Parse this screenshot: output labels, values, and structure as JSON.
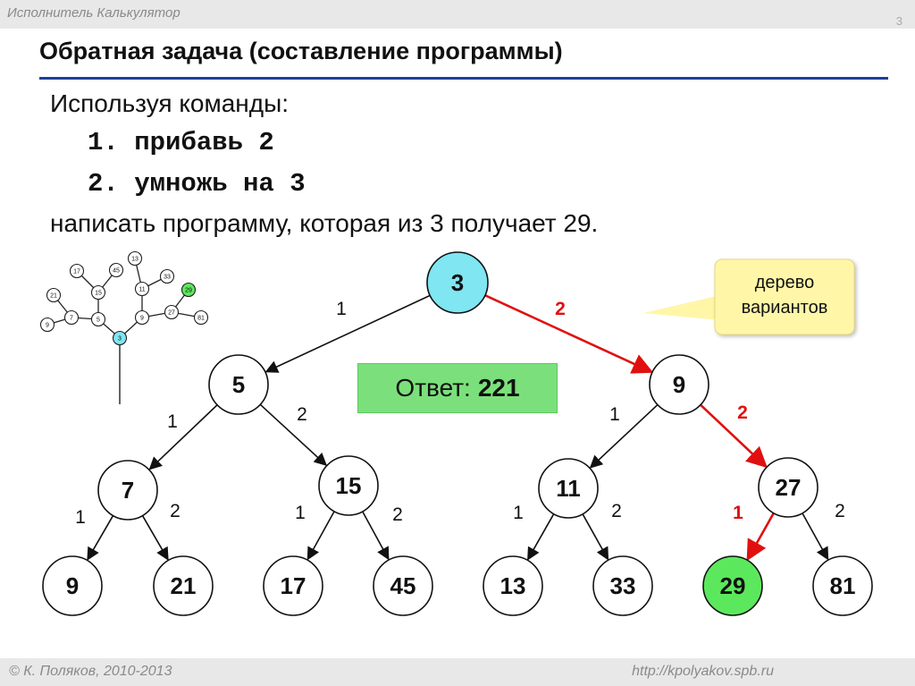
{
  "header": {
    "course_name": "Исполнитель Калькулятор",
    "slide_number": "3"
  },
  "title": "Обратная задача (составление программы)",
  "body": {
    "intro": "Используя команды:",
    "commands": [
      "1. прибавь 2",
      "2. умножь на 3"
    ],
    "task": "написать программу, которая из 3 получает 29."
  },
  "answer": {
    "label": "Ответ:",
    "value": "221"
  },
  "callout": {
    "line1": "дерево",
    "line2": "вариантов"
  },
  "colors": {
    "accent_red": "#e01010",
    "root_fill": "#7fe6f2",
    "target_fill": "#5ce85c",
    "rule_blue": "#1f3f9a",
    "answer_fill": "#7be07b",
    "callout_fill": "#fff6a8"
  },
  "tree": {
    "nodes": [
      {
        "label": "3",
        "fill": "#7fe6f2"
      },
      {
        "label": "5",
        "fill": "#ffffff"
      },
      {
        "label": "9",
        "fill": "#ffffff"
      },
      {
        "label": "7",
        "fill": "#ffffff"
      },
      {
        "label": "15",
        "fill": "#ffffff"
      },
      {
        "label": "11",
        "fill": "#ffffff"
      },
      {
        "label": "27",
        "fill": "#ffffff"
      },
      {
        "label": "9",
        "fill": "#ffffff"
      },
      {
        "label": "21",
        "fill": "#ffffff"
      },
      {
        "label": "17",
        "fill": "#ffffff"
      },
      {
        "label": "45",
        "fill": "#ffffff"
      },
      {
        "label": "13",
        "fill": "#ffffff"
      },
      {
        "label": "33",
        "fill": "#ffffff"
      },
      {
        "label": "29",
        "fill": "#5ce85c"
      },
      {
        "label": "81",
        "fill": "#ffffff"
      }
    ],
    "edges": [
      {
        "from": 0,
        "to": 1,
        "label": "1",
        "highlight": false
      },
      {
        "from": 0,
        "to": 2,
        "label": "2",
        "highlight": true
      },
      {
        "from": 1,
        "to": 3,
        "label": "1",
        "highlight": false
      },
      {
        "from": 1,
        "to": 4,
        "label": "2",
        "highlight": false
      },
      {
        "from": 2,
        "to": 5,
        "label": "1",
        "highlight": false
      },
      {
        "from": 2,
        "to": 6,
        "label": "2",
        "highlight": true
      },
      {
        "from": 3,
        "to": 7,
        "label": "1",
        "highlight": false
      },
      {
        "from": 3,
        "to": 8,
        "label": "2",
        "highlight": false
      },
      {
        "from": 4,
        "to": 9,
        "label": "1",
        "highlight": false
      },
      {
        "from": 4,
        "to": 10,
        "label": "2",
        "highlight": false
      },
      {
        "from": 5,
        "to": 11,
        "label": "1",
        "highlight": false
      },
      {
        "from": 5,
        "to": 12,
        "label": "2",
        "highlight": false
      },
      {
        "from": 6,
        "to": 13,
        "label": "1",
        "highlight": true
      },
      {
        "from": 6,
        "to": 14,
        "label": "2",
        "highlight": false
      }
    ]
  },
  "mini_tree": {
    "nodes": [
      "3",
      "5",
      "9",
      "7",
      "15",
      "11",
      "27",
      "9",
      "21",
      "17",
      "45",
      "13",
      "33",
      "29",
      "81"
    ],
    "target_index": 13,
    "root_index": 0
  },
  "footer": {
    "copyright": "© К. Поляков, 2010-2013",
    "url": "http://kpolyakov.spb.ru"
  }
}
